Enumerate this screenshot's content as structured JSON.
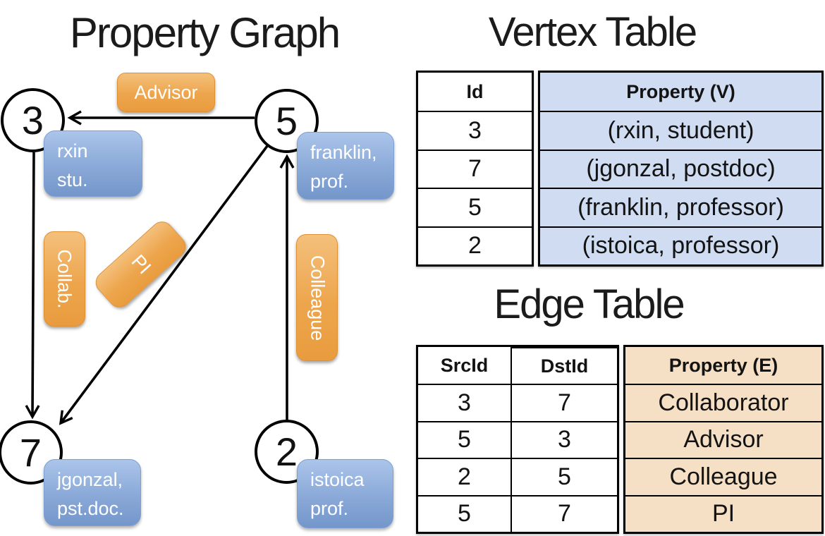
{
  "titles": {
    "graph": "Property Graph",
    "vertex_table": "Vertex Table",
    "edge_table": "Edge Table"
  },
  "colors": {
    "edge_label_orange": "#eda54c",
    "vertex_box_blue": "#8aa9d8",
    "vertex_property_cell_bg": "#cfdcf1",
    "edge_property_cell_bg": "#f6e0c5",
    "line_black": "#000000"
  },
  "graph": {
    "nodes": {
      "n3": {
        "id": "3",
        "line1": "rxin",
        "line2": "stu."
      },
      "n5": {
        "id": "5",
        "line1": "franklin,",
        "line2": "prof."
      },
      "n7": {
        "id": "7",
        "line1": "jgonzal,",
        "line2": "pst.doc."
      },
      "n2": {
        "id": "2",
        "line1": "istoica",
        "line2": "prof."
      }
    },
    "edge_labels": {
      "advisor": "Advisor",
      "collab": "Collab.",
      "pi": "PI",
      "colleague": "Colleague"
    }
  },
  "vertex_table": {
    "headers": {
      "id": "Id",
      "property": "Property (V)"
    },
    "rows": [
      {
        "id": "3",
        "property": "(rxin, student)"
      },
      {
        "id": "7",
        "property": "(jgonzal, postdoc)"
      },
      {
        "id": "5",
        "property": "(franklin, professor)"
      },
      {
        "id": "2",
        "property": "(istoica, professor)"
      }
    ]
  },
  "edge_table": {
    "headers": {
      "src": "SrcId",
      "dst": "DstId",
      "property": "Property (E)"
    },
    "rows": [
      {
        "src": "3",
        "dst": "7",
        "property": "Collaborator"
      },
      {
        "src": "5",
        "dst": "3",
        "property": "Advisor"
      },
      {
        "src": "2",
        "dst": "5",
        "property": "Colleague"
      },
      {
        "src": "5",
        "dst": "7",
        "property": "PI"
      }
    ]
  }
}
